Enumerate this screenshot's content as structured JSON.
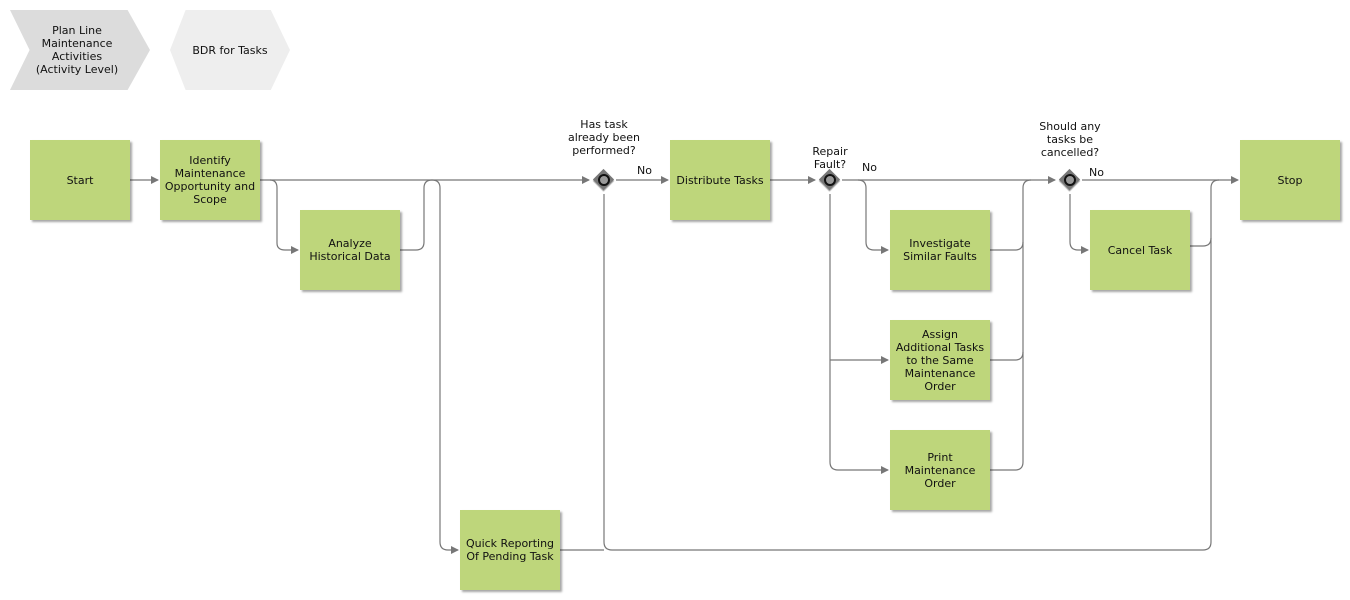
{
  "header": {
    "chevron1_label": "Plan Line Maintenance Activities (Activity Level)",
    "chevron2_label": "BDR for Tasks"
  },
  "nodes": {
    "start": "Start",
    "identify": "Identify Maintenance Opportunity and Scope",
    "analyze": "Analyze Historical Data",
    "distribute": "Distribute Tasks",
    "investigate": "Investigate Similar Faults",
    "assign": "Assign Additional Tasks to the Same Maintenance Order",
    "print": "Print Maintenance Order",
    "cancel": "Cancel Task",
    "quick_report": "Quick Reporting Of Pending Task",
    "stop": "Stop"
  },
  "gateways": {
    "performed": {
      "label": "Has task already been performed?",
      "no_label": "No"
    },
    "repair": {
      "label": "Repair Fault?",
      "no_label": "No"
    },
    "cancelled": {
      "label": "Should any tasks be cancelled?",
      "no_label": "No"
    }
  },
  "colors": {
    "activity_fill": "#bed67b",
    "connector": "#777777",
    "gateway_fill": "#777777",
    "chevron_dark": "#dcdcdc",
    "chevron_light": "#eeeeee"
  }
}
